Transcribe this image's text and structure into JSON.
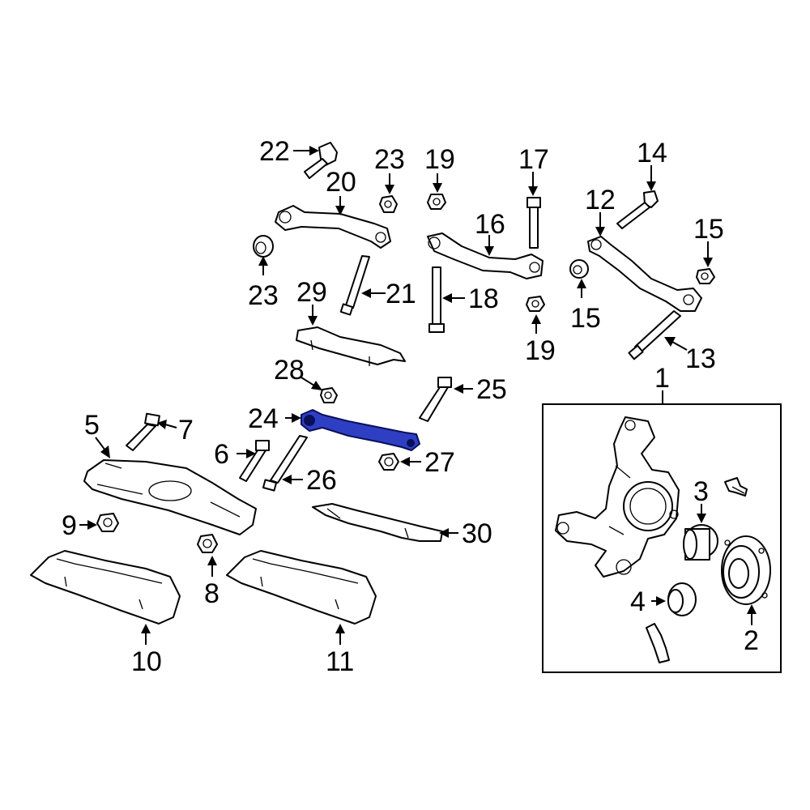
{
  "callouts": {
    "c1": "1",
    "c2": "2",
    "c3": "3",
    "c4": "4",
    "c5": "5",
    "c6": "6",
    "c7": "7",
    "c8": "8",
    "c9": "9",
    "c10": "10",
    "c11": "11",
    "c12": "12",
    "c13": "13",
    "c14": "14",
    "c15a": "15",
    "c15b": "15",
    "c16": "16",
    "c17": "17",
    "c18": "18",
    "c19a": "19",
    "c19b": "19",
    "c20": "20",
    "c21": "21",
    "c22": "22",
    "c23a": "23",
    "c23b": "23",
    "c24": "24",
    "c25": "25",
    "c26": "26",
    "c27": "27",
    "c28": "28",
    "c29": "29",
    "c30": "30"
  },
  "highlighted_part": "24",
  "highlight_color": "#2f3fc4",
  "line_color": "#000000",
  "background_color": "#ffffff"
}
